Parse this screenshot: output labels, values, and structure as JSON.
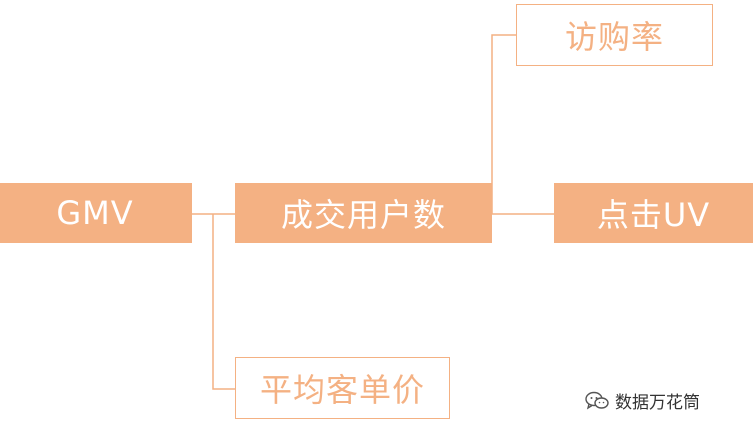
{
  "colors": {
    "fill": "#f4b183",
    "outline": "#f4b183",
    "connector": "#f4b183",
    "text_on_outline": "#f4b183",
    "text_on_fill": "#ffffff"
  },
  "nodes": {
    "gmv": "GMV",
    "trade_users": "成交用户数",
    "visit_rate": "访购率",
    "click_uv": "点击UV",
    "avg_order": "平均客单价"
  },
  "watermark": {
    "icon": "wechat-icon",
    "text": "数据万花筒"
  }
}
